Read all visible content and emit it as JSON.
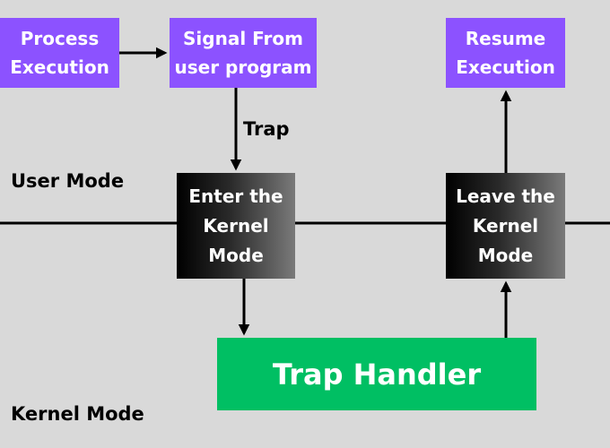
{
  "nodes": {
    "process_execution": "Process\nExecution",
    "signal_from_user": "Signal From\nuser program",
    "resume_execution": "Resume\nExecution",
    "enter_kernel": "Enter the\nKernel\nMode",
    "leave_kernel": "Leave the\nKernel\nMode",
    "trap_handler": "Trap Handler"
  },
  "labels": {
    "trap": "Trap",
    "user_mode": "User Mode",
    "kernel_mode": "Kernel Mode"
  },
  "colors": {
    "background": "#d9d9d9",
    "purple": "#8c52ff",
    "green": "#00bf63",
    "dark": "#000000"
  }
}
